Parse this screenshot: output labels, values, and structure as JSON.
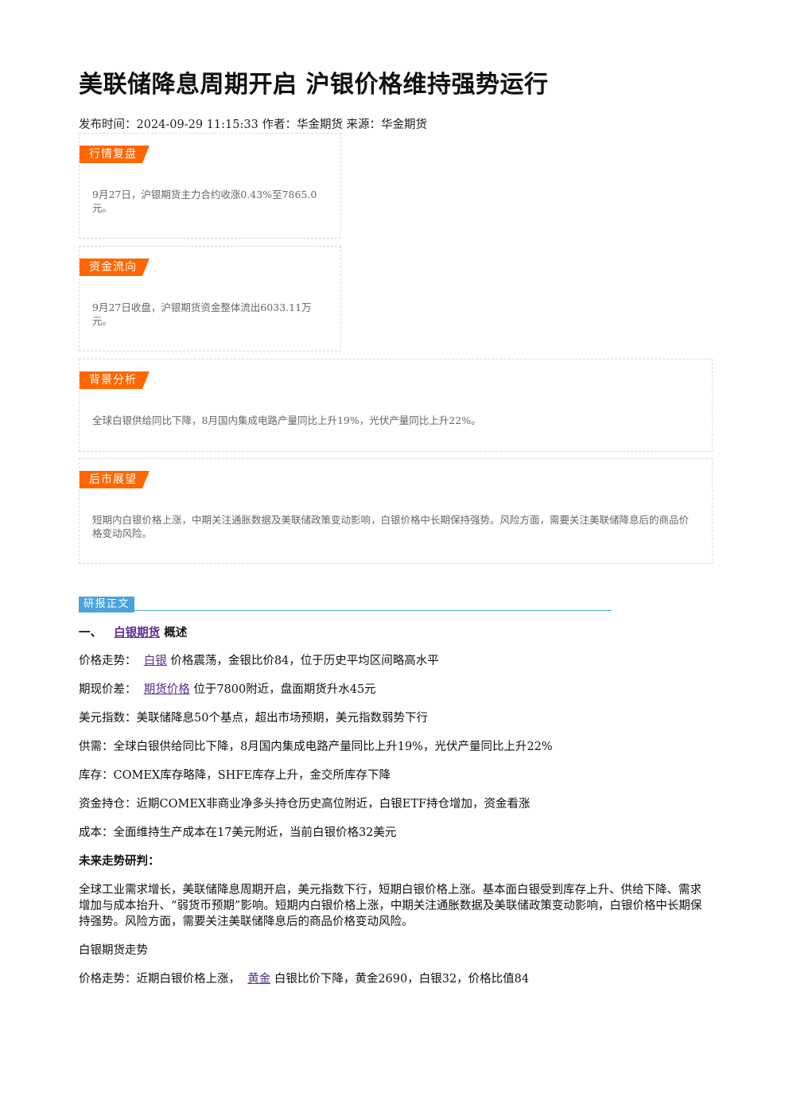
{
  "article": {
    "title": "美联储降息周期开启 沪银价格维持强势运行",
    "meta": "发布时间：2024-09-29 11:15:33 作者：华金期货 来源：华金期货"
  },
  "boxes": [
    {
      "tag": "行情复盘",
      "text": "9月27日，沪银期货主力合约收涨0.43%至7865.0元。"
    },
    {
      "tag": "资金流向",
      "text": "9月27日收盘，沪银期货资金整体流出6033.11万元。"
    },
    {
      "tag": "背景分析",
      "text": "全球白银供给同比下降，8月国内集成电路产量同比上升19%，光伏产量同比上升22%。"
    },
    {
      "tag": "后市展望",
      "text": "短期内白银价格上涨，中期关注通胀数据及美联储政策变动影响，白银价格中长期保持强势。风险方面，需要关注美联储降息后的商品价格变动风险。"
    }
  ],
  "body": {
    "section_label": "研报正文",
    "heading1": {
      "prefix": "一、",
      "link": "白银期货",
      "suffix": "概述"
    },
    "price_trend": {
      "prefix": "价格走势：",
      "link": "白银",
      "suffix": "价格震荡，金银比价84，位于历史平均区间略高水平"
    },
    "basis": {
      "prefix": "期现价差：",
      "link": "期货价格",
      "suffix": "位于7800附近，盘面期货升水45元"
    },
    "usd": "美元指数：美联储降息50个基点，超出市场预期，美元指数弱势下行",
    "supply": "供需：全球白银供给同比下降，8月国内集成电路产量同比上升19%，光伏产量同比上升22%",
    "inventory": "库存：COMEX库存略降，SHFE库存上升，金交所库存下降",
    "positions": "资金持仓：近期COMEX非商业净多头持仓历史高位附近，白银ETF持仓增加，资金看涨",
    "cost": "成本：全面维持生产成本在17美元附近，当前白银价格32美元",
    "outlook_heading": "未来走势研判：",
    "outlook_text": "全球工业需求增长，美联储降息周期开启，美元指数下行，短期白银价格上涨。基本面白银受到库存上升、供给下降、需求增加与成本抬升、“弱货币预期”影响。短期内白银价格上涨，中期关注通胀数据及美联储政策变动影响，白银价格中长期保持强势。风险方面，需要关注美联储降息后的商品价格变动风险。",
    "futures_trend_heading": "白银期货走势",
    "price_trend2": {
      "prefix": "价格走势：近期白银价格上涨，",
      "link": "黄金",
      "suffix": "白银比价下降，黄金2690，白银32，价格比值84"
    }
  }
}
